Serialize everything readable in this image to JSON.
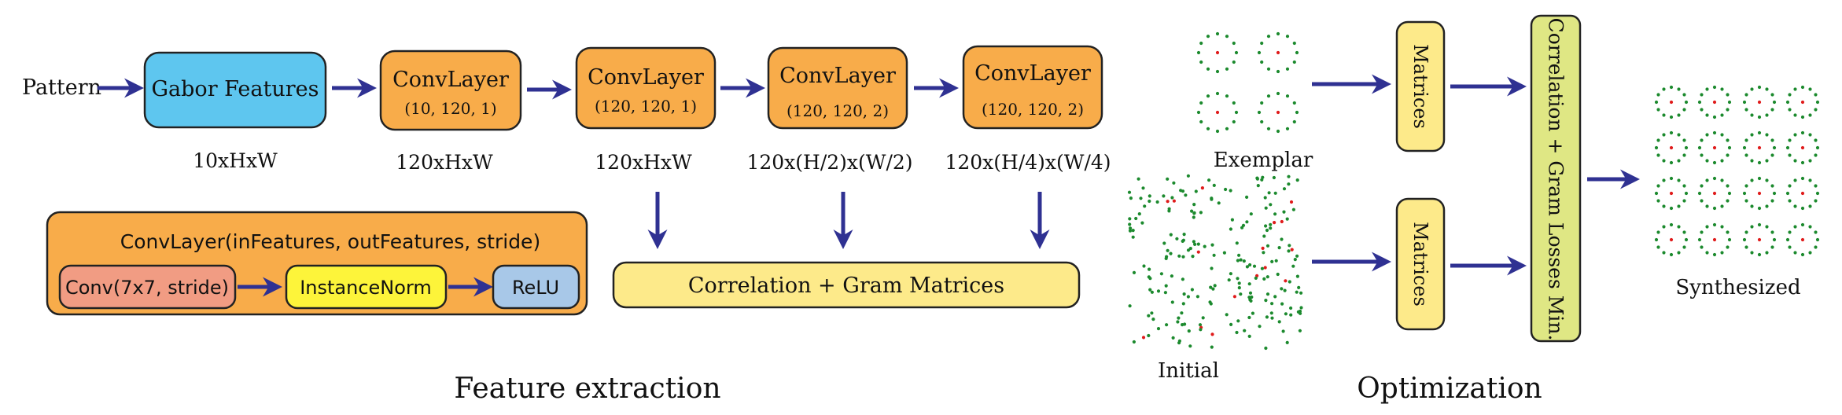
{
  "pipeline": {
    "input_label": "Pattern",
    "gabor": {
      "label": "Gabor Features",
      "dims": "10xHxW"
    },
    "conv_layers": [
      {
        "label": "ConvLayer",
        "params": "(10, 120, 1)",
        "dims": "120xHxW"
      },
      {
        "label": "ConvLayer",
        "params": "(120, 120, 1)",
        "dims": "120xHxW"
      },
      {
        "label": "ConvLayer",
        "params": "(120, 120, 2)",
        "dims": "120x(H/2)x(W/2)"
      },
      {
        "label": "ConvLayer",
        "params": "(120, 120, 2)",
        "dims": "120x(H/4)x(W/4)"
      }
    ],
    "correlation_gram": "Correlation + Gram Matrices"
  },
  "legend": {
    "title": "ConvLayer(inFeatures, outFeatures, stride)",
    "conv": "Conv(7x7, stride)",
    "norm": "InstanceNorm",
    "relu": "ReLU"
  },
  "optimization": {
    "exemplar_label": "Exemplar",
    "initial_label": "Initial",
    "matrices_top": "Matrices",
    "matrices_bottom": "Matrices",
    "loss_label": "Correlation + Gram Losses Min.",
    "synthesized_label": "Synthesized"
  },
  "section_titles": {
    "feature_extraction": "Feature extraction",
    "optimization": "Optimization"
  },
  "colors": {
    "arrow": "#2f3192",
    "gabor": "#5ec6ef",
    "convlayer": "#f8ac4a",
    "legend_bg": "#f8ac4a",
    "conv": "#f19c83",
    "instancenorm": "#fdf43a",
    "relu": "#a8c8e8",
    "gram": "#fdea8a",
    "matrices": "#fdea8a",
    "loss": "#dfe784",
    "dot_green": "#1c8a2e",
    "dot_red": "#e01b1b"
  }
}
